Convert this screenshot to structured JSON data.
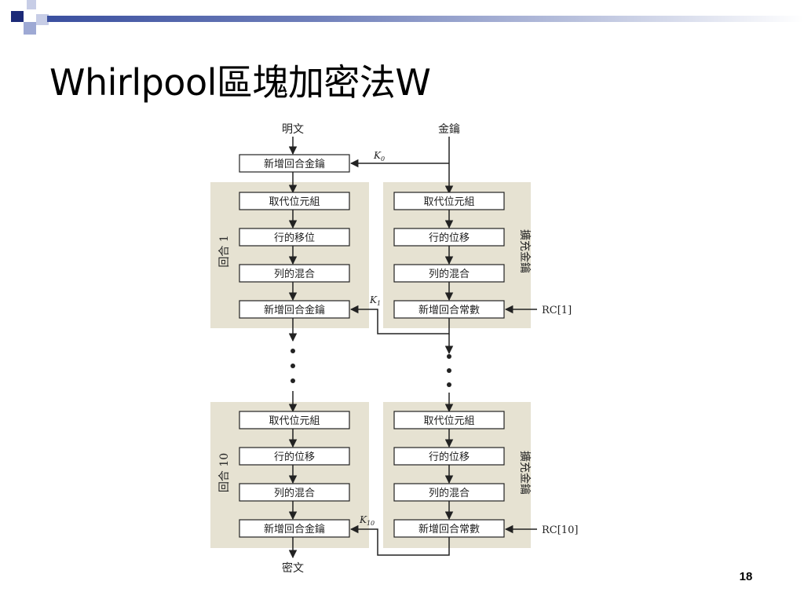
{
  "slide": {
    "title": "Whirlpool區塊加密法W",
    "page_number": "18"
  },
  "diagram": {
    "top_labels": {
      "plaintext": "明文",
      "key": "金鑰"
    },
    "initial": {
      "add_round_key": "新增回合金鑰",
      "key_label": "K",
      "key_sub": "0"
    },
    "rounds": [
      {
        "label": "回合 1",
        "cipher_steps": [
          "取代位元組",
          "行的移位",
          "列的混合",
          "新增回合金鑰"
        ],
        "key_label": "K",
        "key_sub": "1",
        "expansion_label": "擴充金鑰",
        "key_steps": [
          "取代位元組",
          "行的位移",
          "列的混合",
          "新增回合常數"
        ],
        "constant": "RC[1]"
      },
      {
        "label": "回合 10",
        "cipher_steps": [
          "取代位元組",
          "行的位移",
          "列的混合",
          "新增回合金鑰"
        ],
        "key_label": "K",
        "key_sub": "10",
        "expansion_label": "擴充金鑰",
        "key_steps": [
          "取代位元組",
          "行的位移",
          "列的混合",
          "新增回合常數"
        ],
        "constant": "RC[10]"
      }
    ],
    "output_label": "密文"
  }
}
